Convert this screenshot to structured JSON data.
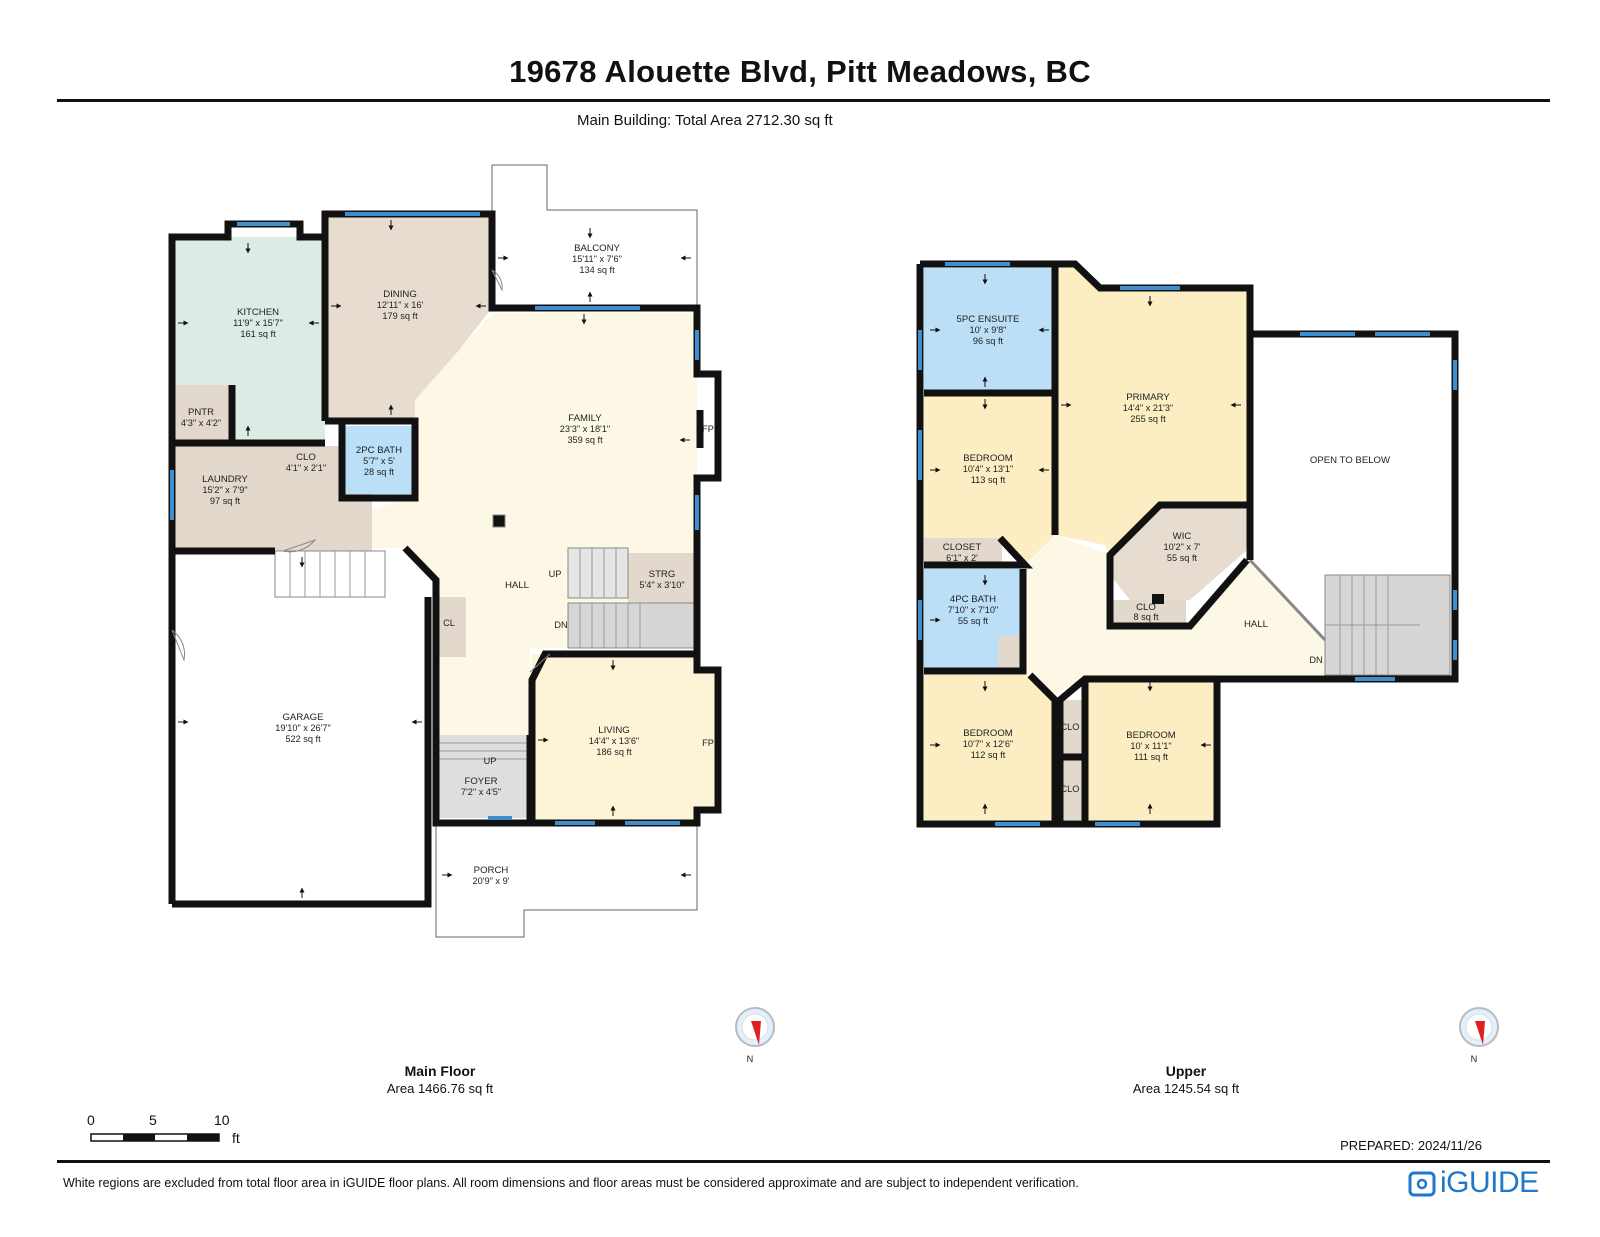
{
  "header": {
    "title": "19678 Alouette Blvd, Pitt Meadows, BC",
    "subtitle": "Main Building: Total  Area 2712.30 sq ft"
  },
  "colors": {
    "kitchen": "#dcebe3",
    "dining": "#e6ddd0",
    "hall": "#fdf8e6",
    "living": "#fdf4d8",
    "bath": "#bcdff8",
    "laundry": "#e2d8cb",
    "bedroom": "#fcedc3",
    "stairs": "#d6d6d6",
    "wall": "#111111",
    "window": "#3d8fd0",
    "brand": "#1f78c8"
  },
  "main_floor": {
    "name": "Main Floor",
    "area": "Area 1466.76 sq ft",
    "rooms": {
      "kitchen": {
        "name": "KITCHEN",
        "dim": "11'9\" x 15'7\"",
        "area": "161 sq ft"
      },
      "dining": {
        "name": "DINING",
        "dim": "12'11\" x 16'",
        "area": "179 sq ft"
      },
      "balcony": {
        "name": "BALCONY",
        "dim": "15'11\" x 7'6\"",
        "area": "134 sq ft"
      },
      "family": {
        "name": "FAMILY",
        "dim": "23'3\" x 18'1\"",
        "area": "359 sq ft"
      },
      "pntr": {
        "name": "PNTR",
        "dim": "4'3\" x 4'2\""
      },
      "clo": {
        "name": "CLO",
        "dim": "4'1\" x 2'1\""
      },
      "bath2": {
        "name": "2PC BATH",
        "dim": "5'7\" x 5'",
        "area": "28 sq ft"
      },
      "laundry": {
        "name": "LAUNDRY",
        "dim": "15'2\" x 7'9\"",
        "area": "97 sq ft"
      },
      "hall": {
        "name": "HALL"
      },
      "strg": {
        "name": "STRG",
        "dim": "5'4\" x 3'10\""
      },
      "cl": {
        "name": "CL"
      },
      "garage": {
        "name": "GARAGE",
        "dim": "19'10\" x 26'7\"",
        "area": "522 sq ft"
      },
      "living": {
        "name": "LIVING",
        "dim": "14'4\" x 13'6\"",
        "area": "186 sq ft"
      },
      "foyer": {
        "name": "FOYER",
        "dim": "7'2\" x 4'5\""
      },
      "porch": {
        "name": "PORCH",
        "dim": "20'9\" x 9'"
      }
    },
    "labels": {
      "up1": "UP",
      "dn": "DN",
      "up2": "UP",
      "fp1": "FP",
      "fp2": "FP"
    }
  },
  "upper_floor": {
    "name": "Upper",
    "area": "Area 1245.54 sq ft",
    "rooms": {
      "ensuite": {
        "name": "5PC ENSUITE",
        "dim": "10' x 9'8\"",
        "area": "96 sq ft"
      },
      "primary": {
        "name": "PRIMARY",
        "dim": "14'4\" x 21'3\"",
        "area": "255 sq ft"
      },
      "open": {
        "name": "OPEN TO BELOW"
      },
      "bedroom1": {
        "name": "BEDROOM",
        "dim": "10'4\" x 13'1\"",
        "area": "113 sq ft"
      },
      "wic": {
        "name": "WIC",
        "dim": "10'2\" x 7'",
        "area": "55 sq ft"
      },
      "closet": {
        "name": "CLOSET",
        "dim": "6'1\" x 2'"
      },
      "clo_wic": {
        "name": "CLO",
        "area": "8 sq ft"
      },
      "bath4": {
        "name": "4PC BATH",
        "dim": "7'10\" x 7'10\"",
        "area": "55 sq ft"
      },
      "hall": {
        "name": "HALL"
      },
      "bedroom2": {
        "name": "BEDROOM",
        "dim": "10'7\" x 12'6\"",
        "area": "112 sq ft"
      },
      "bedroom3": {
        "name": "BEDROOM",
        "dim": "10' x 11'1\"",
        "area": "111 sq ft"
      },
      "clo_a": {
        "name": "CLO"
      },
      "clo_b": {
        "name": "CLO"
      }
    },
    "labels": {
      "dn": "DN"
    }
  },
  "compass": {
    "label": "N"
  },
  "scale": {
    "ticks": [
      "0",
      "5",
      "10"
    ],
    "unit": "ft"
  },
  "prepared": "PREPARED: 2024/11/26",
  "footnote": "White regions are excluded from total floor area in iGUIDE floor plans. All room dimensions and floor areas must be considered approximate and are subject to independent verification.",
  "brand": "iGUIDE"
}
